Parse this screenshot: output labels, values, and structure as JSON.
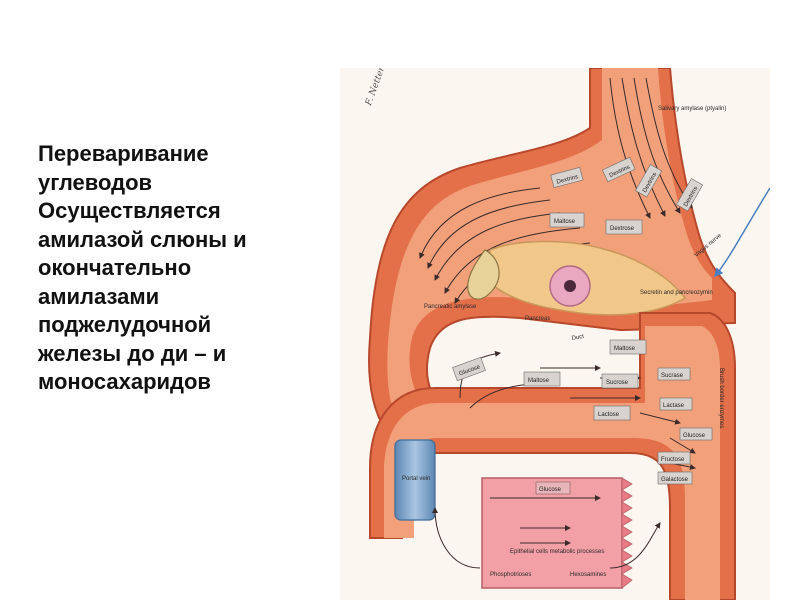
{
  "slide": {
    "lines": [
      "Переваривание",
      "углеводов",
      "Осуществляется",
      "амилазой слюны и",
      "окончательно",
      "амилазами",
      "поджелудочной",
      "железы до ди – и",
      "моносахаридов"
    ]
  },
  "illustration": {
    "signature": "F. Netter M.D.",
    "labels": {
      "salivary_amylase": "Salivary amylase (ptyalin)",
      "vagus_nerve": "Vagus nerve",
      "secretin": "Secretin and pancreozymin",
      "pancreatic_amylase": "Pancreatic amylase",
      "pancreas": "Pancreas",
      "duct": "Duct",
      "brush_border": "Brush border enzymes",
      "portal_vein": "Portal vein",
      "epithelial_cells": "Epithelial cells metabolic processes",
      "phosphotrioses": "Phosphotrioses",
      "hexosamines": "Hexosamines"
    },
    "tags": {
      "dextrins_1": "Dextrins",
      "dextrins_2": "Dextrins",
      "dextrins_3": "Dextrins",
      "maltose_1": "Maltose",
      "dextrose": "Dextrose",
      "glucose_top": "Glucose",
      "dextrins_4": "Dextrins",
      "maltose_2": "Maltose",
      "maltose_3": "Maltose",
      "sucrose": "Sucrose",
      "lactose": "Lactose",
      "lactase": "Lactase",
      "sucrase": "Sucrase",
      "glucose": "Glucose",
      "fructose": "Fructose",
      "galactose": "Galactose",
      "glucose_blood": "Glucose"
    }
  },
  "colors": {
    "gut_wall": "#e4704a",
    "gut_inner": "#f1a07a",
    "gut_light": "#f7c7a4",
    "pancreas": "#f2c88a",
    "portal_vein": "#7ca3c9",
    "epithelium": "#f2a0a6",
    "arrow": "#3a2a2a",
    "nerve": "#4a7fc0",
    "tag_fill": "#d8d3cf"
  }
}
